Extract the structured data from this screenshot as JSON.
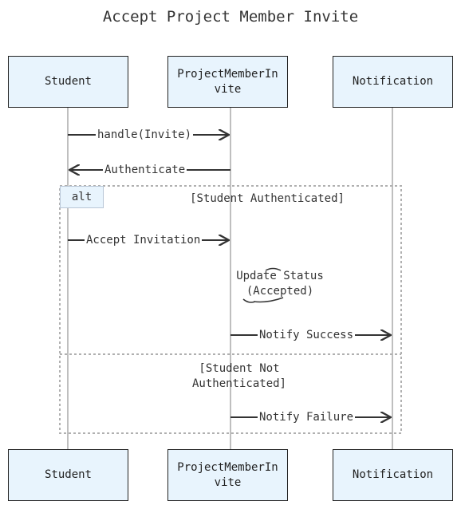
{
  "title": "Accept Project Member Invite",
  "participants": [
    {
      "id": "student",
      "label": "Student"
    },
    {
      "id": "invite",
      "label": "ProjectMemberIn\nvite"
    },
    {
      "id": "notification",
      "label": "Notification"
    }
  ],
  "messages": [
    {
      "from": "student",
      "to": "invite",
      "label": "handle(Invite)"
    },
    {
      "from": "invite",
      "to": "student",
      "label": "Authenticate"
    },
    {
      "from": "student",
      "to": "invite",
      "label": "Accept Invitation"
    },
    {
      "from": "invite",
      "to": "notification",
      "label": "Notify Success"
    },
    {
      "from": "invite",
      "to": "notification",
      "label": "Notify Failure"
    }
  ],
  "self_note": {
    "participant": "invite",
    "label": "Update Status\n(Accepted)"
  },
  "alt_block": {
    "tag": "alt",
    "condition_1": "[Student Authenticated]",
    "condition_2": "[Student Not\nAuthenticated]"
  },
  "colors": {
    "actor_fill": "#e8f4fd",
    "actor_border": "#222222",
    "line": "#333333",
    "alt_border": "#b0b0b0"
  }
}
